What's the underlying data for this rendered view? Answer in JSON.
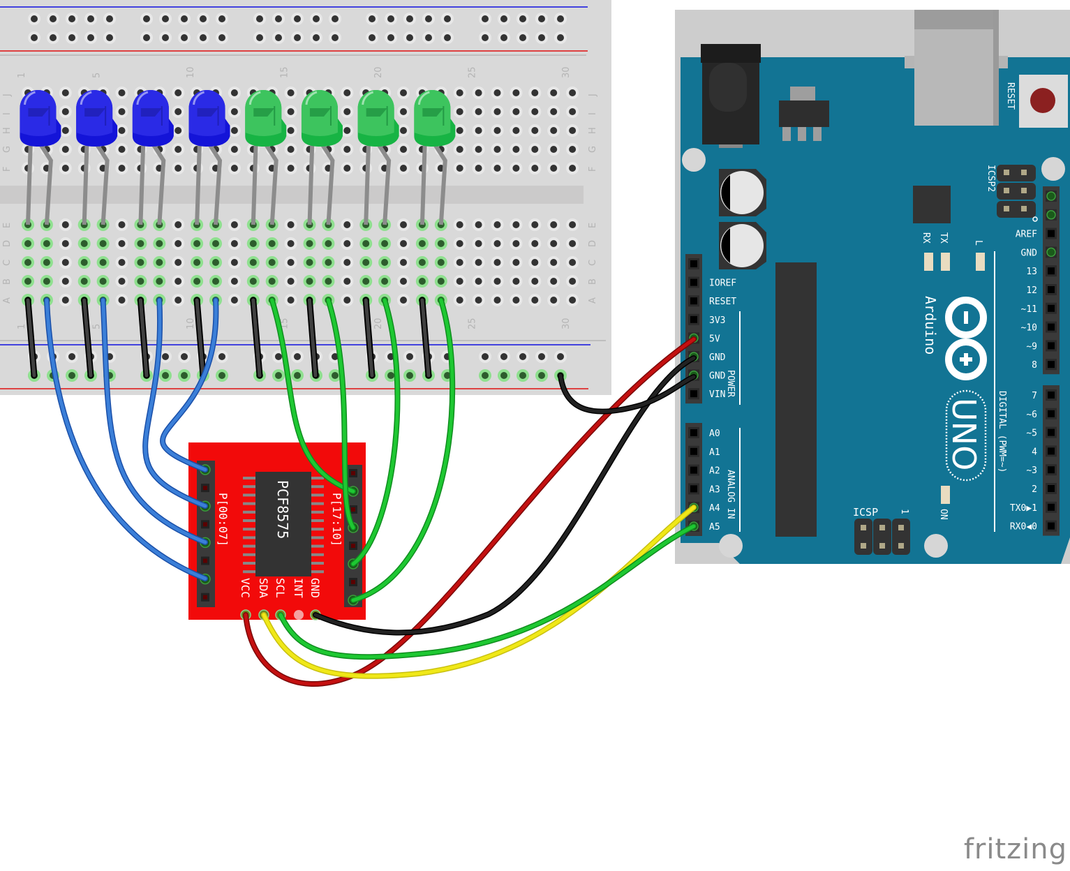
{
  "breadboard": {
    "row_letters_top": [
      "J",
      "I",
      "H",
      "G",
      "F"
    ],
    "row_letters_bottom": [
      "E",
      "D",
      "C",
      "B",
      "A"
    ],
    "column_numbers": [
      "1",
      "5",
      "10",
      "15",
      "20",
      "25",
      "30"
    ],
    "colors": {
      "board": "#d9d9d9",
      "rail_blue": "#1010e0",
      "rail_red": "#e01010",
      "hole": "#333333",
      "hole_active": "#2d5c2d"
    }
  },
  "leds": [
    {
      "color": "blue",
      "hex": "#2a2ae6",
      "column": 1
    },
    {
      "color": "blue",
      "hex": "#2a2ae6",
      "column": 4
    },
    {
      "color": "blue",
      "hex": "#2a2ae6",
      "column": 7
    },
    {
      "color": "blue",
      "hex": "#2a2ae6",
      "column": 10
    },
    {
      "color": "green",
      "hex": "#3dc45e",
      "column": 13
    },
    {
      "color": "green",
      "hex": "#3dc45e",
      "column": 16
    },
    {
      "color": "green",
      "hex": "#3dc45e",
      "column": 19
    },
    {
      "color": "green",
      "hex": "#3dc45e",
      "column": 22
    }
  ],
  "module": {
    "chip_label": "PCF8575",
    "left_header_label": "P[00:07]",
    "right_header_label": "P[17:10]",
    "pins": [
      "VCC",
      "SDA",
      "SCL",
      "INT",
      "GND"
    ],
    "color": "#f20a0a"
  },
  "arduino": {
    "board_name": "Arduino",
    "model": "UNO",
    "reset_label": "RESET",
    "icsp_label": "ICSP",
    "icsp2_label": "ICSP2",
    "icsp_pin1": "1",
    "led_labels": {
      "tx": "TX",
      "rx": "RX",
      "l": "L",
      "on": "ON"
    },
    "power_header": [
      "IOREF",
      "RESET",
      "3V3",
      "5V",
      "GND",
      "GND",
      "VIN"
    ],
    "power_group_label": "POWER",
    "analog_header": [
      "A0",
      "A1",
      "A2",
      "A3",
      "A4",
      "A5"
    ],
    "analog_group_label": "ANALOG IN",
    "digital_header_top": [
      "AREF",
      "GND",
      "13",
      "12",
      "~11",
      "~10",
      "~9",
      "8"
    ],
    "digital_header_bottom": [
      "7",
      "~6",
      "~5",
      "4",
      "~3",
      "2",
      "TX0▶1",
      "RX0◀0"
    ],
    "digital_group_label": "DIGITAL (PWM=~)",
    "color": "#127494"
  },
  "wires": [
    {
      "name": "vcc-to-5v",
      "color": "#c41010"
    },
    {
      "name": "gnd-to-gnd",
      "color": "#222222"
    },
    {
      "name": "sda-to-a4",
      "color": "#f0e818"
    },
    {
      "name": "scl-to-a5",
      "color": "#1ec832"
    },
    {
      "name": "rail-gnd-to-arduino-gnd",
      "color": "#222222"
    }
  ],
  "watermark": "fritzing"
}
